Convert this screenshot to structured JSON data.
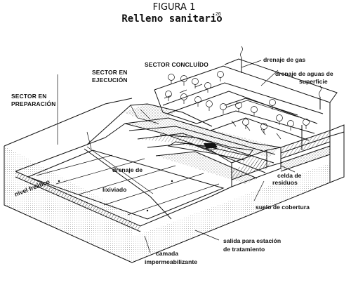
{
  "figure": {
    "number": "FIGURA 1",
    "title": "Relleno sanitario",
    "footnote": "26"
  },
  "sectors": {
    "preparation": [
      "SECTOR EN",
      "PREPARACIÓN"
    ],
    "execution": [
      "SECTOR EN",
      "EJECUCIÓN"
    ],
    "concluded": "SECTOR CONCLUÍDO"
  },
  "labels": {
    "gas_drainage": "drenaje de gas",
    "surface_water_drainage": [
      "drenaje de aguas de",
      "superficie"
    ],
    "leachate_drainage": [
      "drenaje de",
      "lixiviado"
    ],
    "water_table": "nivel freático",
    "waste_cell": [
      "celda de",
      "residuos"
    ],
    "cover_soil": "suelo de cobertura",
    "treatment_outlet": [
      "salida para estación",
      "de tratamiento"
    ],
    "impermeable_layer": [
      "camada",
      "impermeabilizante"
    ]
  },
  "colors": {
    "ink": "#111111",
    "paper": "#ffffff",
    "hatch": "#222222"
  },
  "icons": [
    "tree-icon",
    "gas-vent-icon"
  ]
}
